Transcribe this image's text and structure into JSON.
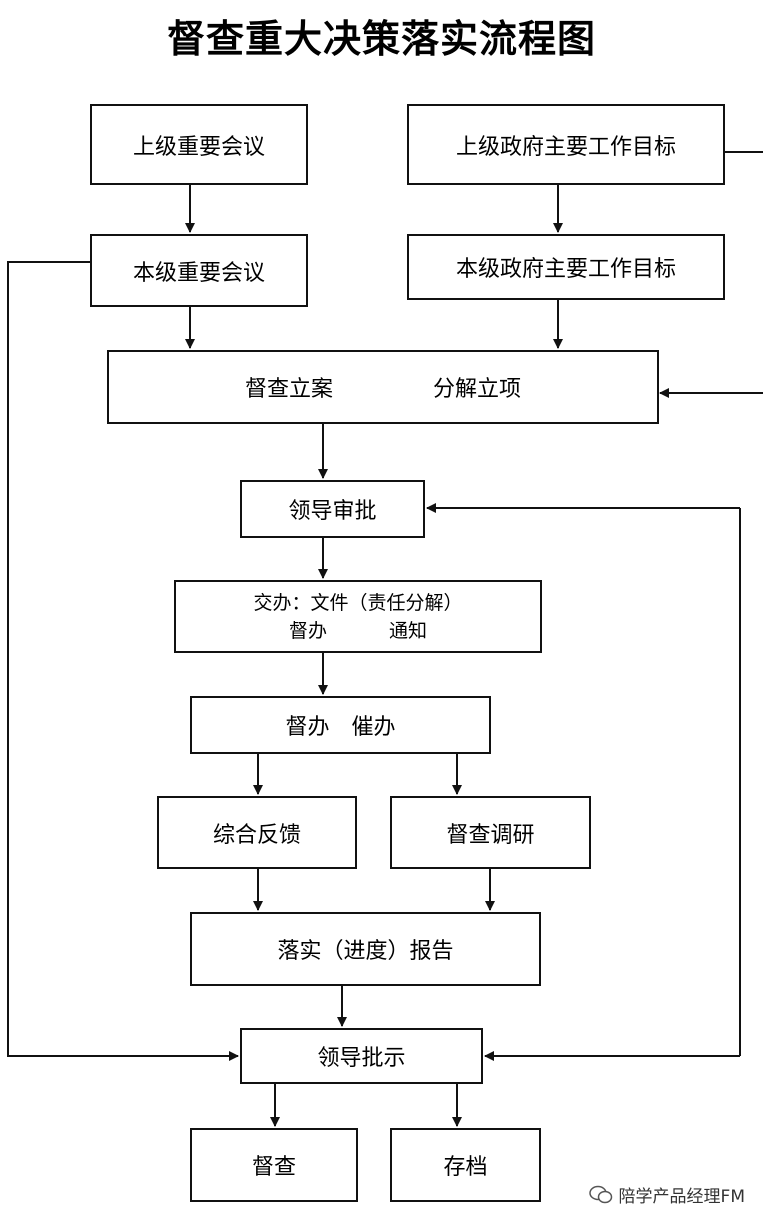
{
  "title": "督查重大决策落实流程图",
  "nodes": {
    "upper_meeting": "上级重要会议",
    "upper_goal": "上级政府主要工作目标",
    "local_meeting": "本级重要会议",
    "local_goal": "本级政府主要工作目标",
    "filing_left": "督查立案",
    "filing_right": "分解立项",
    "leader_approval": "领导审批",
    "assign_line1": "交办：文件（责任分解）",
    "assign_line2_a": "督办",
    "assign_line2_b": "通知",
    "supervise_a": "督办",
    "supervise_b": "催办",
    "feedback": "综合反馈",
    "research": "督查调研",
    "report": "落实（进度）报告",
    "leader_instruction": "领导批示",
    "inspect": "督查",
    "archive": "存档"
  },
  "watermark": "陪学产品经理FM",
  "colors": {
    "line": "#111111",
    "background": "#ffffff"
  }
}
